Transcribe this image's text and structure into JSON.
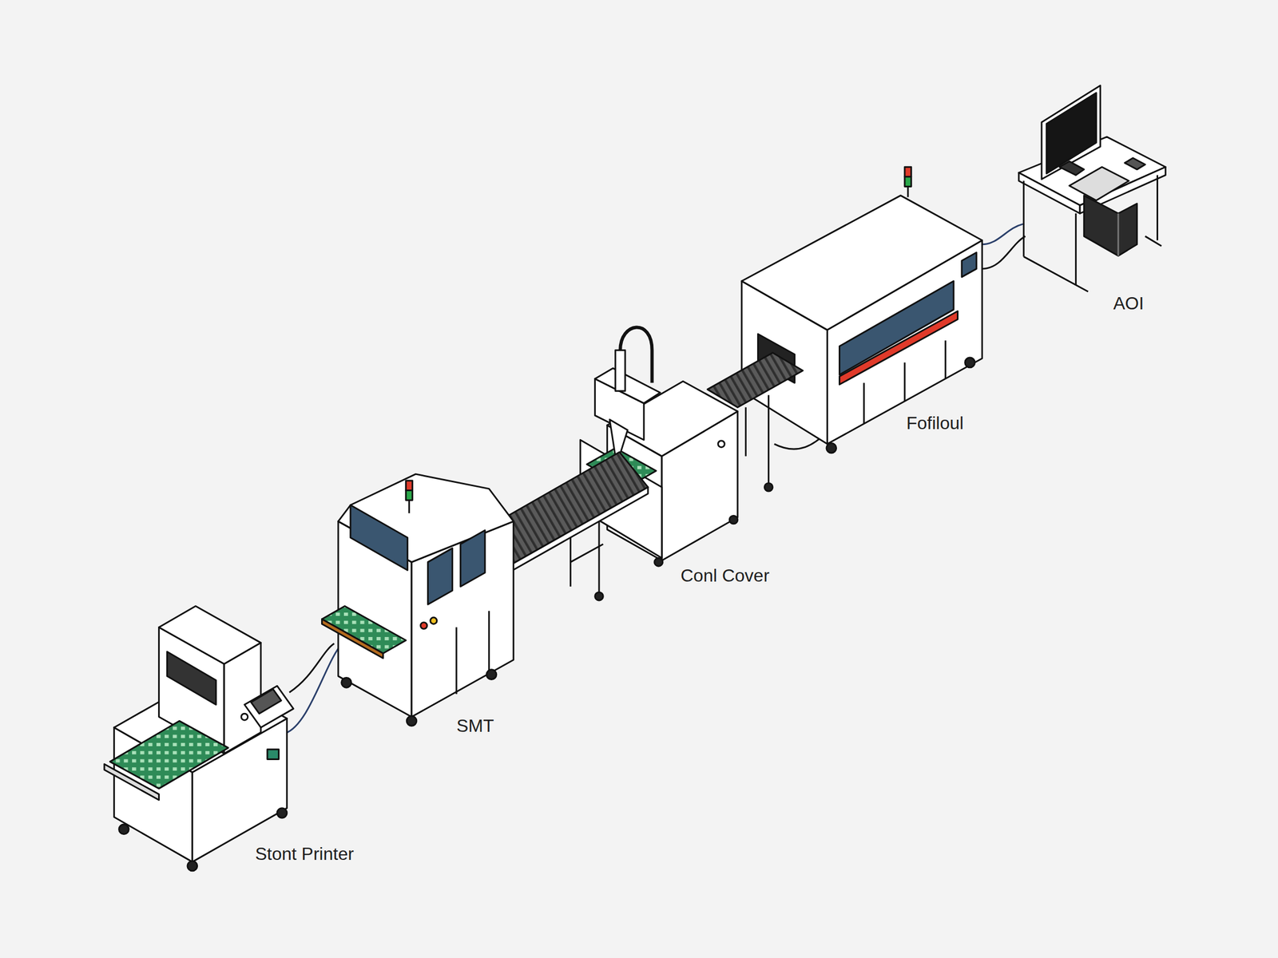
{
  "diagram": {
    "labels": [
      "AOI",
      "Fofiloul",
      "Conl Cover",
      "SMT",
      "Stont Printer"
    ]
  }
}
